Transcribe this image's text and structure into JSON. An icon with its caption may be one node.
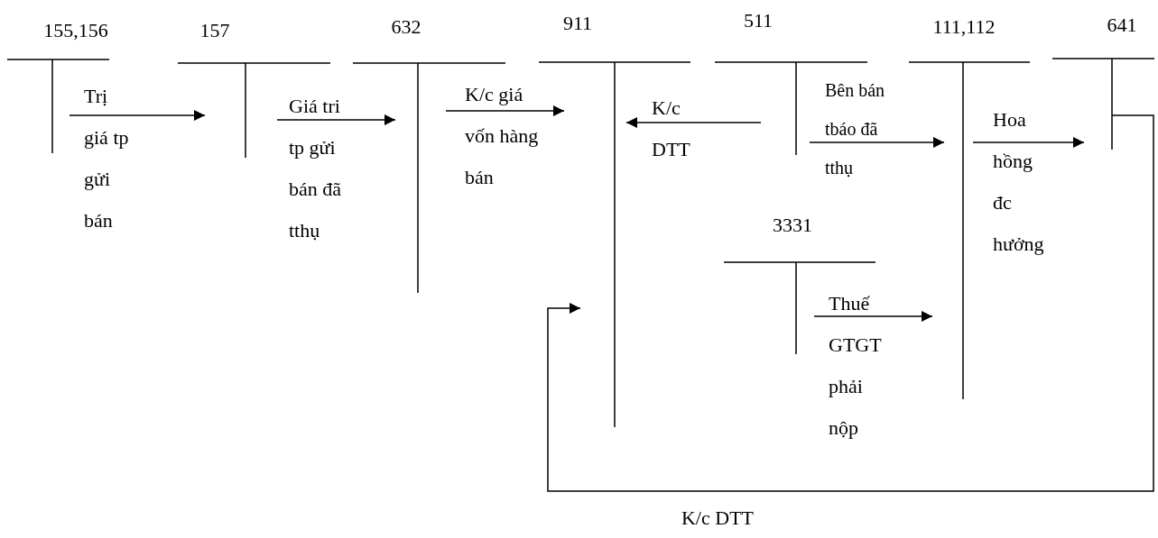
{
  "diagram": {
    "nodes": [
      {
        "text": [
          "155,156"
        ]
      },
      {
        "text": [
          "157"
        ]
      },
      {
        "text": [
          "632"
        ]
      },
      {
        "text": [
          "911"
        ]
      },
      {
        "text": [
          "511"
        ]
      },
      {
        "text": [
          "111,112"
        ]
      },
      {
        "text": [
          "641"
        ]
      },
      {
        "text": [
          "3331"
        ]
      }
    ],
    "edges": [
      {
        "from": 0,
        "to": 1,
        "arrow": "to",
        "label": "Trị giá tp gửi bán"
      },
      {
        "from": 1,
        "to": 2,
        "arrow": "to",
        "label": "Giá tri tp gửi bán đã tthụ"
      },
      {
        "from": 2,
        "to": 3,
        "arrow": "to",
        "label": "K/c giá vốn hàng bán"
      },
      {
        "from": 4,
        "to": 3,
        "arrow": "to",
        "label": "K/c DTT"
      },
      {
        "from": 4,
        "to": 5,
        "arrow": "to",
        "label": "Bên bán tbáo đã tthụ"
      },
      {
        "from": 5,
        "to": 6,
        "arrow": "to",
        "label": "Hoa hồng đc hưởng"
      },
      {
        "from": 7,
        "to": 5,
        "arrow": "to",
        "label": "Thuế GTGT phải nộp"
      },
      {
        "from": 6,
        "to": 3,
        "arrow": "to",
        "label": "K/c DTT"
      }
    ]
  }
}
